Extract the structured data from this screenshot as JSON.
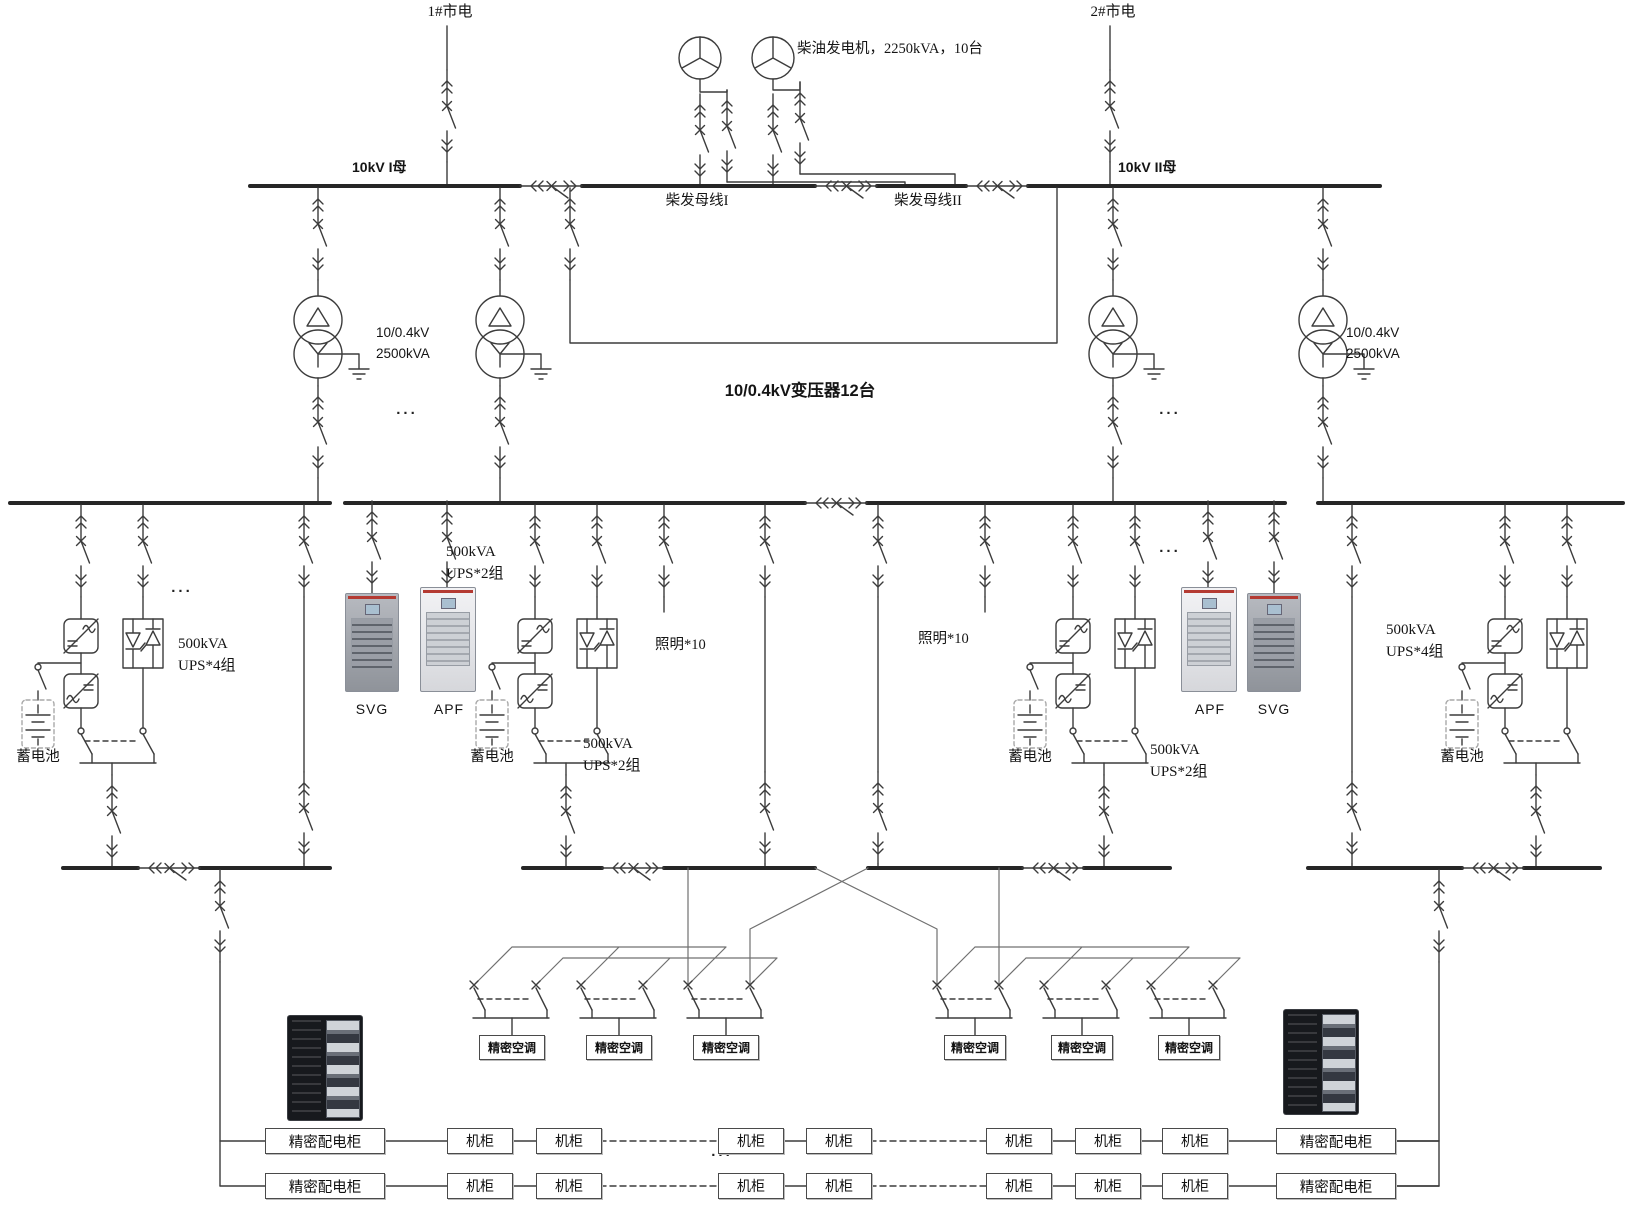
{
  "sources": {
    "utility1": "1#市电",
    "utility2": "2#市电",
    "generator_note": "柴油发电机，2250kVA，10台"
  },
  "hv_buses": {
    "bus1": "10kV I母",
    "bus2": "10kV II母",
    "gen_bus1": "柴发母线I",
    "gen_bus2": "柴发母线II"
  },
  "transformer": {
    "ratio": "10/0.4kV",
    "capacity": "2500kVA",
    "summary": "10/0.4kV变压器12台"
  },
  "ups": {
    "capacity": "500kVA",
    "group_of_4": "UPS*4组",
    "group_of_2": "UPS*2组",
    "battery": "蓄电池"
  },
  "devices": {
    "svg": "SVG",
    "apf": "APF"
  },
  "loads": {
    "lighting": "照明*10",
    "crac": "精密空调",
    "pdc": "精密配电柜",
    "rack": "机柜"
  },
  "misc": {
    "ellipsis": "..."
  }
}
